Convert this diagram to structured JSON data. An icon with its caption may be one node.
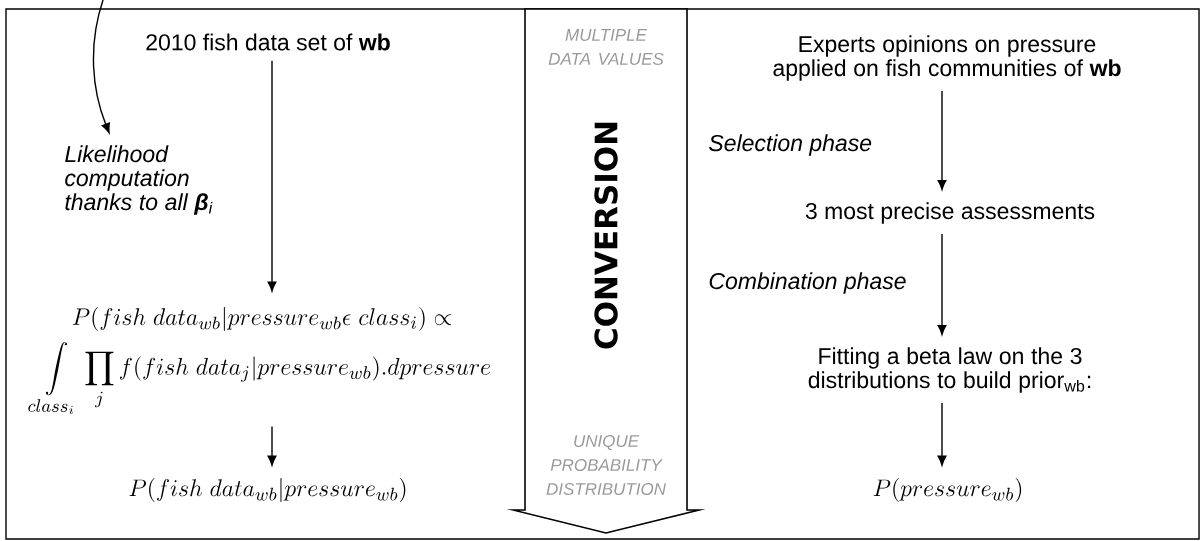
{
  "diagram": {
    "nodes": [
      {
        "text": [
          "2010 fish data set of **wb**"
        ]
      },
      {
        "text": [
          "Likelihood computation thanks to all **β**$_{i}$"
        ]
      },
      {
        "text": [
          "\\begin{gathered}P(fish\\ data_{wb}|pressure_{wb}\\epsilon\\ class_{i})\\propto\\\\ \\int\\limits_{class_{i}}\\prod_{j}f(fish\\ data_{j}|pressure_{wb}).dpressure\\end{gathered}"
        ]
      },
      {
        "text": [
          "P(fish\\ data_{wb}|pressure_{wb})"
        ]
      },
      {
        "text": [
          "MULTIPLE DATA VALUES",
          "CONVERSION",
          "UNIQUE PROBABILITY DISTRIBUTION"
        ]
      },
      {
        "text": [
          "Experts opinions on pressure applied on fish communities of **wb**"
        ]
      },
      {
        "text": [
          "3 most precise assessments"
        ]
      },
      {
        "text": [
          "Fitting a beta law on the 3 distributions to build prior$_{wb}$:"
        ]
      },
      {
        "text": [
          "P(pressure_{wb})"
        ]
      }
    ],
    "edges": [
      {
        "from": null,
        "to": 1,
        "arrow": "to"
      },
      {
        "from": 0,
        "to": 2,
        "arrow": "to"
      },
      {
        "from": 2,
        "to": 3,
        "arrow": "to"
      },
      {
        "from": 5,
        "to": 6,
        "arrow": "to",
        "label": "Selection phase"
      },
      {
        "from": 6,
        "to": 7,
        "arrow": "to",
        "label": "Combination phase"
      },
      {
        "from": 7,
        "to": 8,
        "arrow": "to"
      }
    ]
  }
}
